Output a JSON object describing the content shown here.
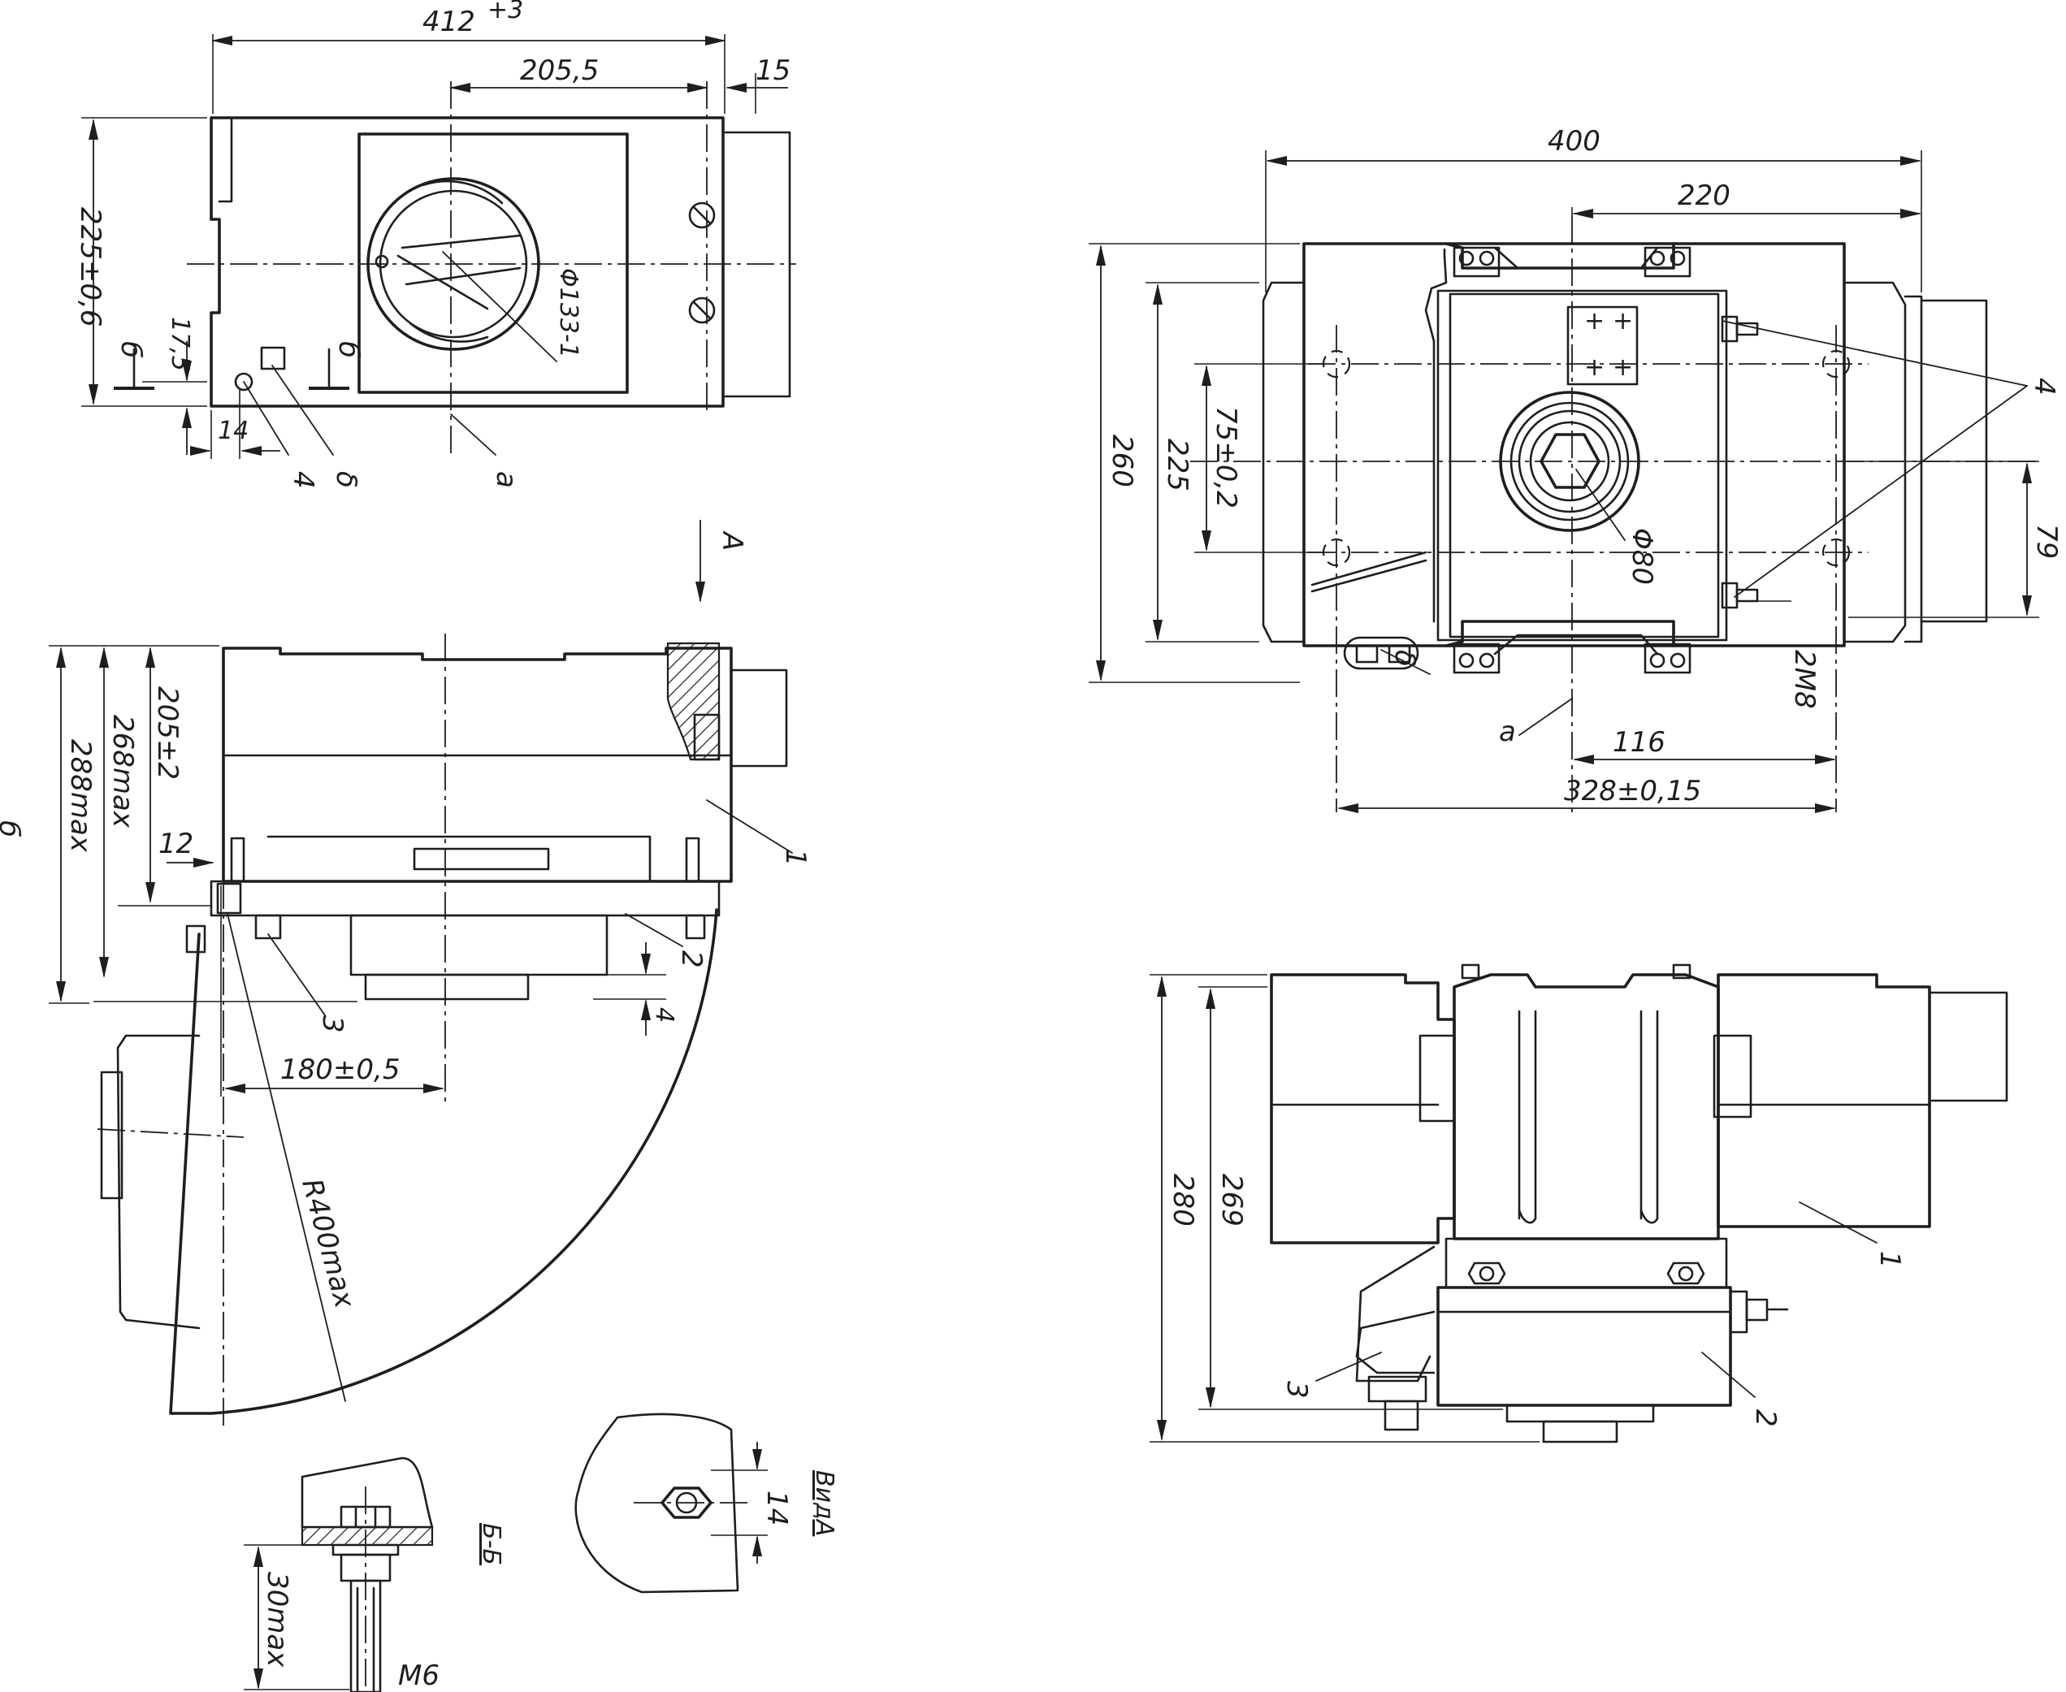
{
  "dimensions": {
    "width_412": "412",
    "width_412_tol": "+3",
    "dim_205_5": "205,5",
    "dim_15": "15",
    "dim_225": "225±0,6",
    "dim_17_5": "17,5",
    "dim_14_left": "14",
    "dia_133": "Φ133-1",
    "dim_205_2": "205±2",
    "dim_268": "268max",
    "dim_288": "288max",
    "dim_12": "12",
    "dim_4": "4",
    "dim_180": "180±0,5",
    "radius_400": "R400max",
    "dim_400": "400",
    "dim_220": "220",
    "dim_260": "260",
    "dim_225_plan": "225",
    "dim_75": "75±0,2",
    "dia_80": "Φ80",
    "dim_79": "79",
    "thread_2m8": "2M8",
    "dim_116": "116",
    "dim_328": "328±0,15",
    "dim_280": "280",
    "dim_269": "269",
    "dim_30": "30max",
    "thread_m6": "M6",
    "dim_14_view": "14"
  },
  "labels": {
    "section_b": "б",
    "center_a": "а",
    "part_delta": "δ",
    "part_1": "1",
    "part_2": "2",
    "part_3": "3",
    "part_4": "4",
    "view_arrow": "A",
    "view_vid_a": "ВидA",
    "section_bb": "Б-Б"
  }
}
